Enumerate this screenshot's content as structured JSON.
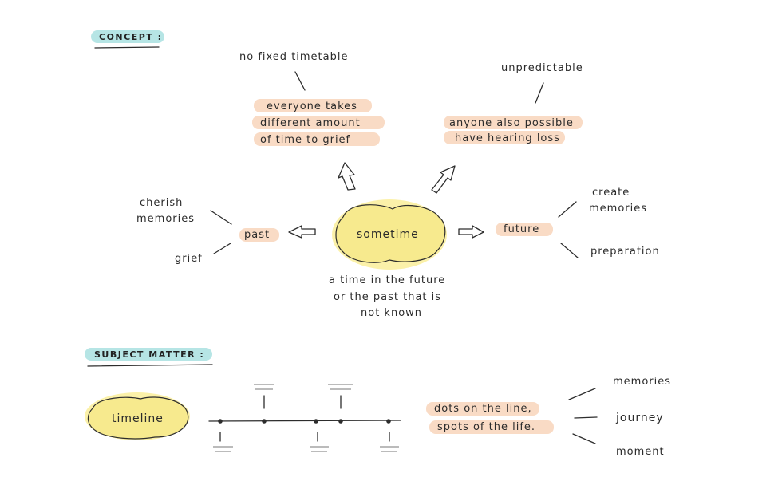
{
  "headings": {
    "concept": "CONCEPT :",
    "subject_matter": "SUBJECT MATTER :"
  },
  "center": {
    "label": "sometime"
  },
  "center_note": [
    "a time in the future",
    "or the past that is",
    "not known"
  ],
  "top_left": {
    "annotation": "no fixed timetable",
    "lines": [
      "everyone takes",
      "different amount",
      "of time to grief"
    ]
  },
  "top_right": {
    "annotation": "unpredictable",
    "lines": [
      "anyone also possible",
      "have hearing loss"
    ]
  },
  "past": {
    "label": "past",
    "branches": {
      "memories": [
        "cherish",
        "memories"
      ],
      "grief": "grief"
    }
  },
  "future": {
    "label": "future",
    "branches": {
      "memories": [
        "create",
        "memories"
      ],
      "preparation": "preparation"
    }
  },
  "subject": {
    "timeline_label": "timeline",
    "dots_lines": [
      "dots on the line,",
      "spots of the life."
    ],
    "outcomes": [
      "memories",
      "journey",
      "moment"
    ]
  },
  "colors": {
    "peach_highlight": "#f7cfb1",
    "teal_highlight": "#a9e0e0",
    "yellow_blob": "#f7ea8e",
    "ink": "#2d2d2d"
  }
}
